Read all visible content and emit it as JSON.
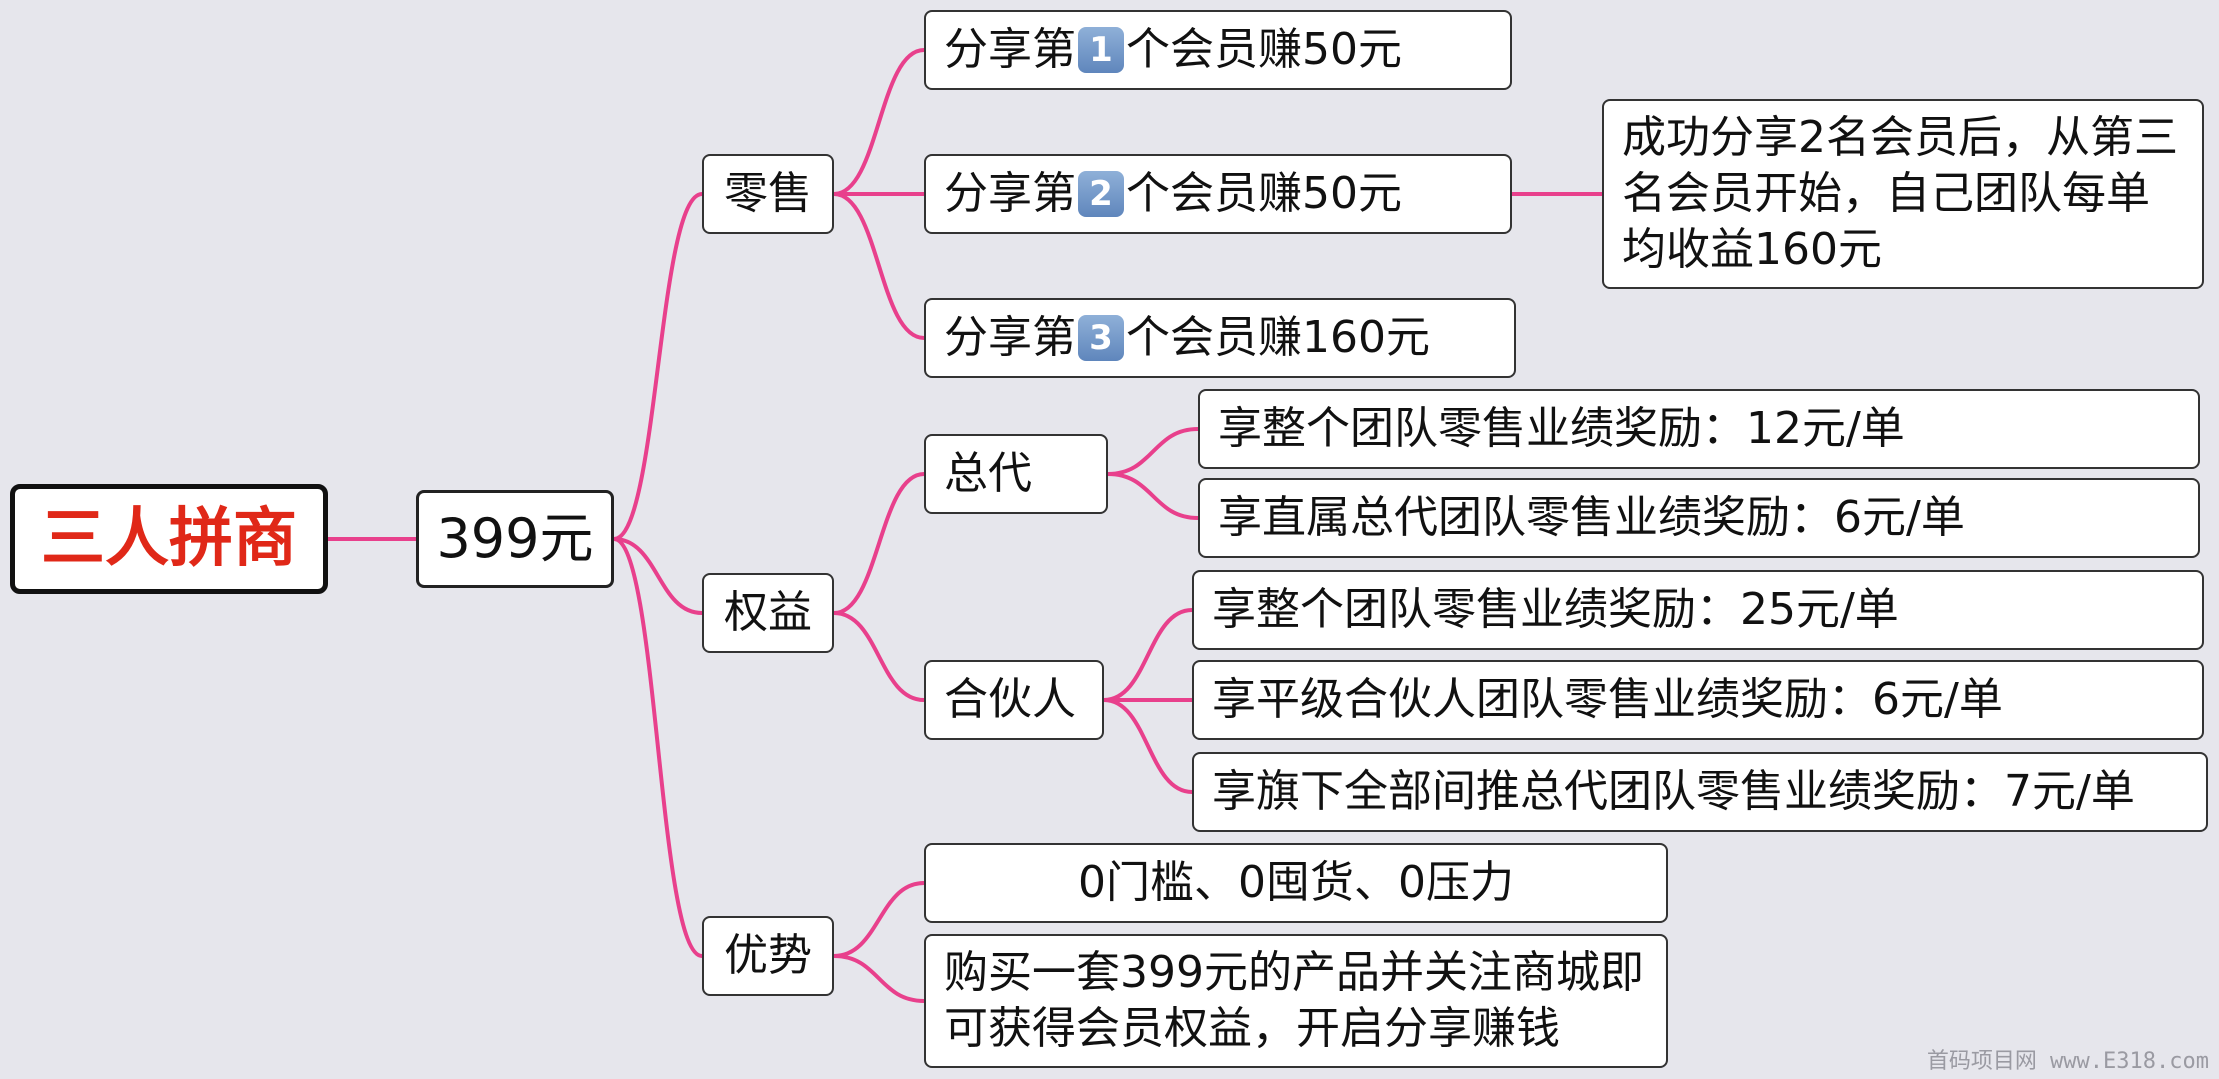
{
  "root": {
    "label": "三人拼商"
  },
  "price": {
    "label": "399元"
  },
  "retail": {
    "label": "零售",
    "items": [
      {
        "pre": "分享第",
        "badge": "1",
        "post": "个会员赚50元"
      },
      {
        "pre": "分享第",
        "badge": "2",
        "post": "个会员赚50元"
      },
      {
        "pre": "分享第",
        "badge": "3",
        "post": "个会员赚160元"
      }
    ],
    "note": "成功分享2名会员后，从第三名会员开始，自己团队每单均收益160元"
  },
  "rights": {
    "label": "权益",
    "agent": {
      "label": "总代",
      "items": [
        "享整个团队零售业绩奖励：12元/单",
        "享直属总代团队零售业绩奖励：6元/单"
      ]
    },
    "partner": {
      "label": "合伙人",
      "items": [
        "享整个团队零售业绩奖励：25元/单",
        "享平级合伙人团队零售业绩奖励：6元/单",
        "享旗下全部间推总代团队零售业绩奖励：7元/单"
      ]
    }
  },
  "advantage": {
    "label": "优势",
    "items": [
      "0门槛、0囤货、0压力",
      "购买一套399元的产品并关注商城即可获得会员权益，开启分享赚钱"
    ]
  },
  "watermark": "首码项目网 www.E318.com",
  "colors": {
    "connector": "#e8408c",
    "root_text": "#e02818",
    "background": "#e6e6ec"
  }
}
